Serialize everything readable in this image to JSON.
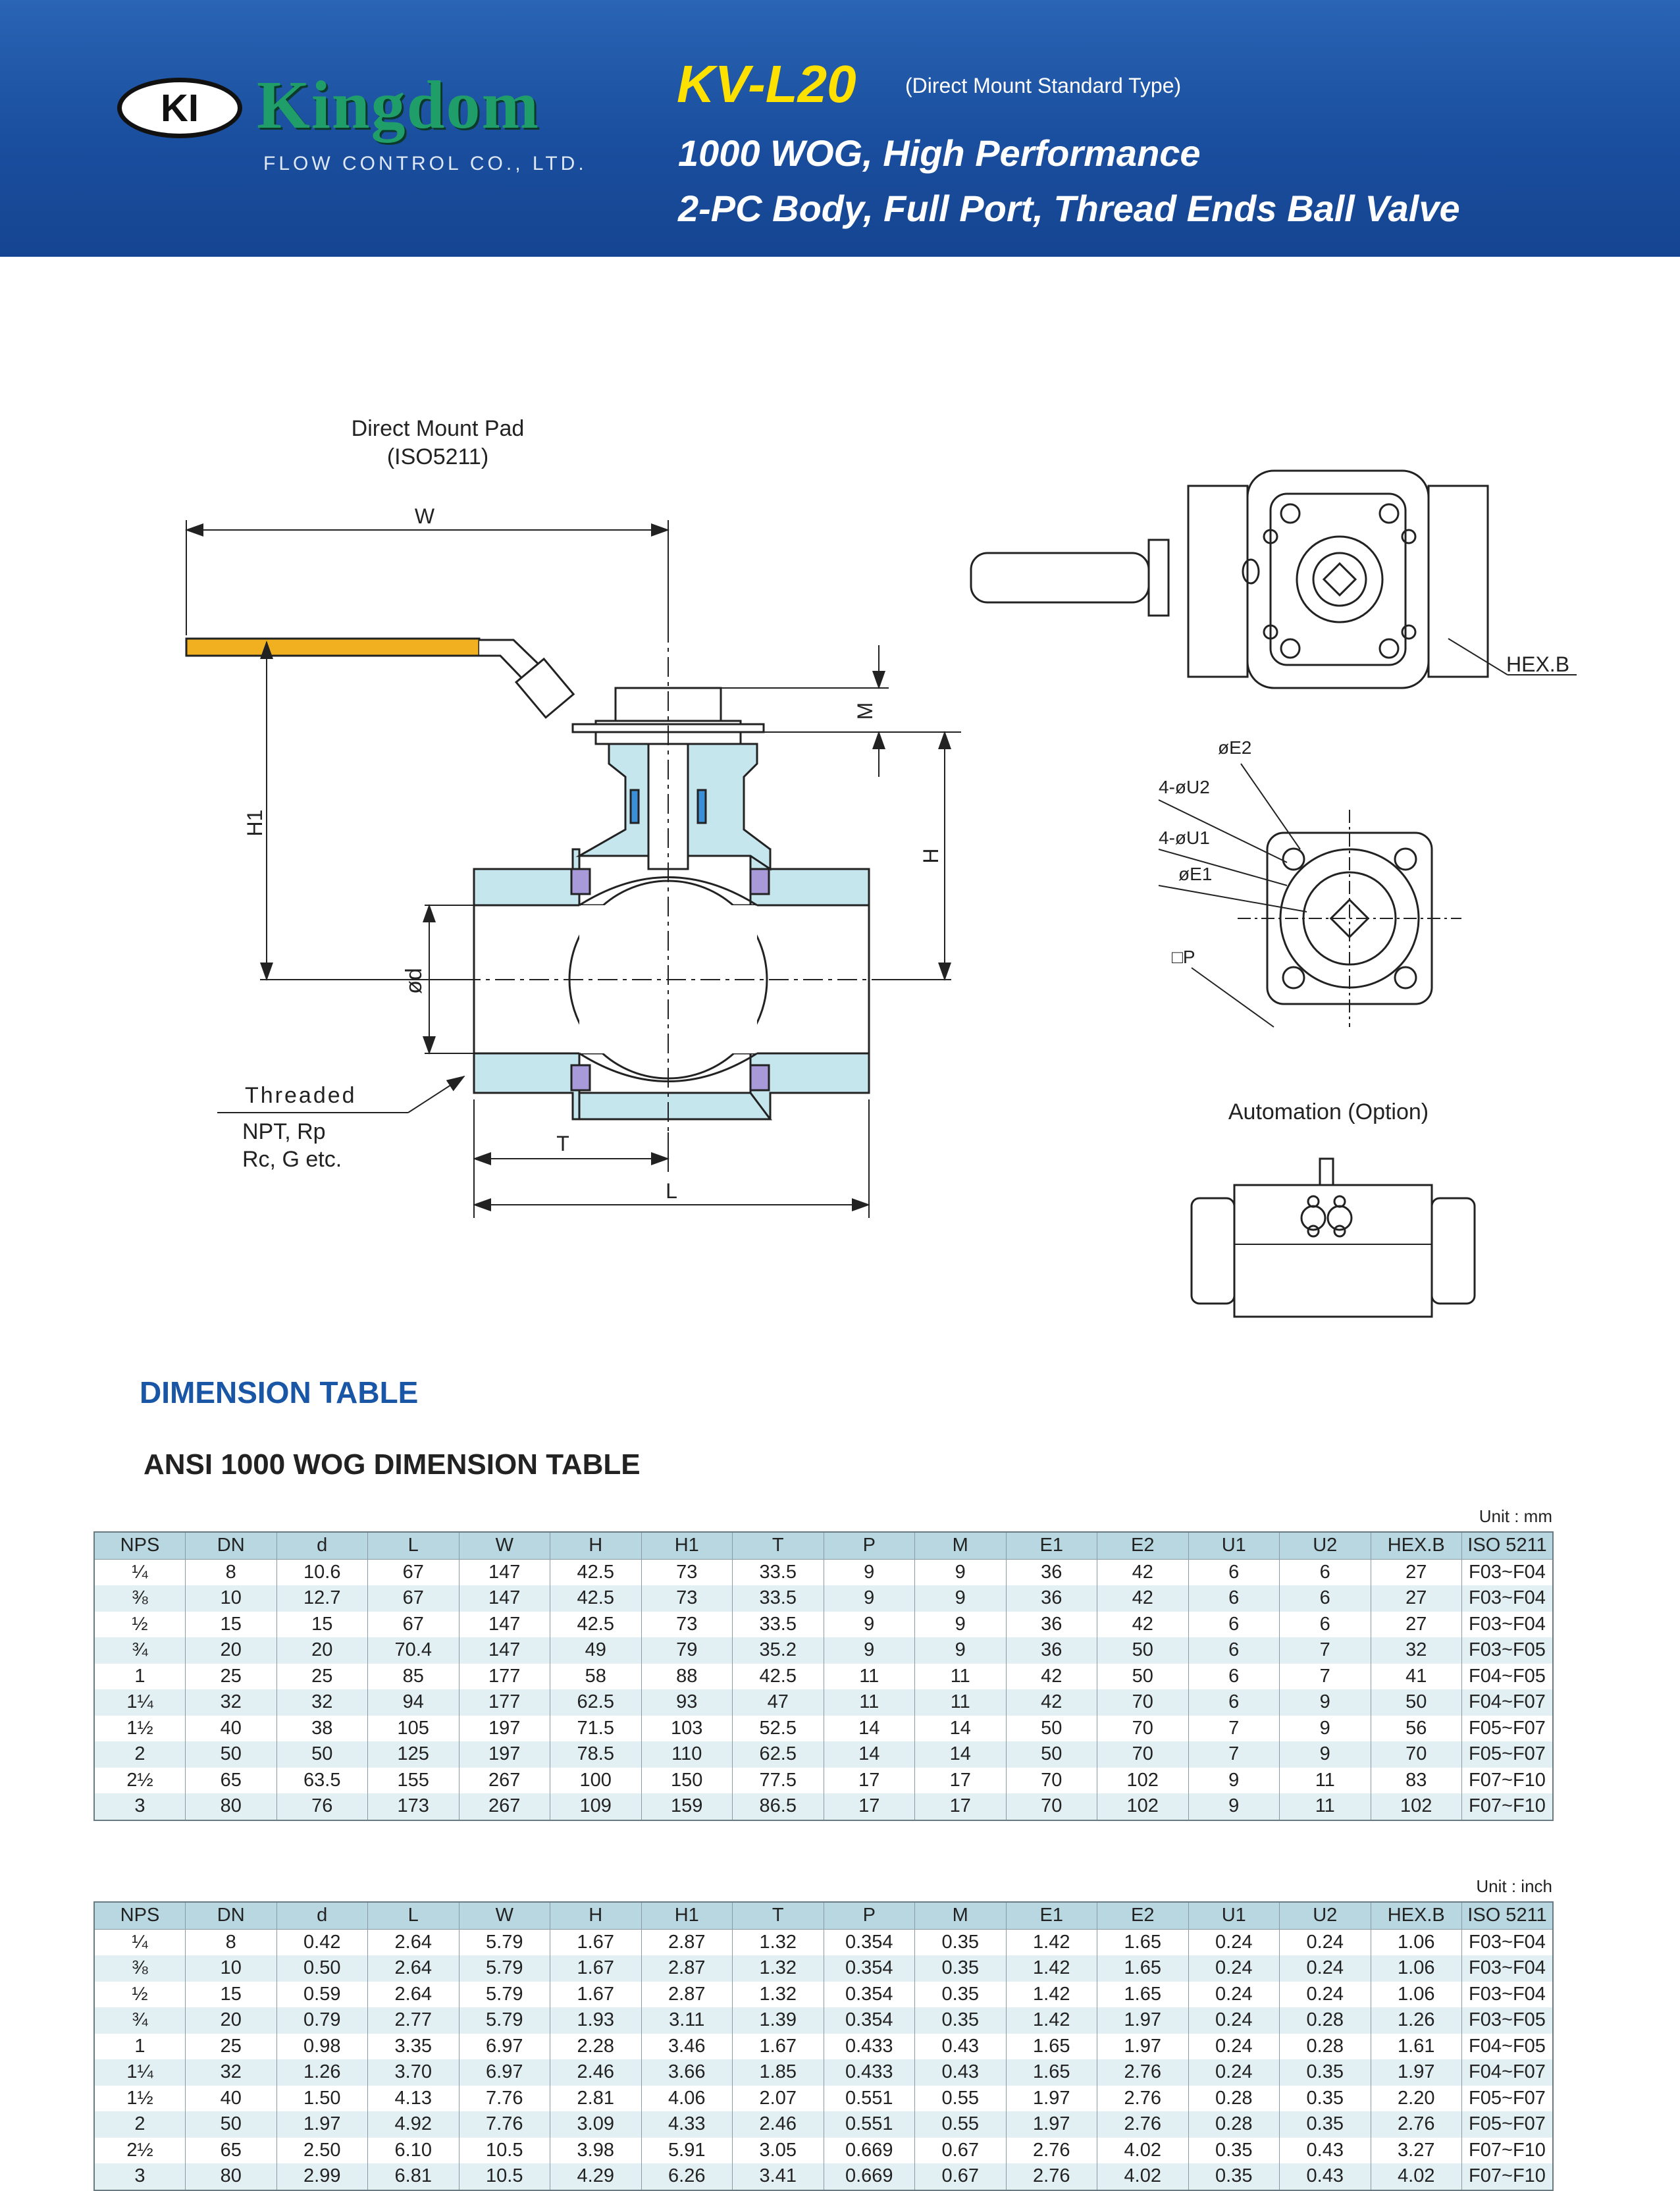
{
  "brand": {
    "logo_mark": "KI",
    "name": "Kingdom",
    "subtitle": "FLOW CONTROL CO., LTD."
  },
  "header": {
    "model": "KV-L20",
    "model_note": "(Direct Mount Standard Type)",
    "title_line1": "1000 WOG, High Performance",
    "title_line2": "2-PC Body, Full Port, Thread Ends Ball Valve"
  },
  "drawing": {
    "direct_mount_pad": "Direct Mount Pad",
    "iso_ref": "(ISO5211)",
    "label_w": "W",
    "label_m": "M",
    "label_h": "H",
    "label_h1": "H1",
    "label_d": "ød",
    "label_t": "T",
    "label_l": "L",
    "threaded": "Threaded",
    "thread_types_1": "NPT, Rp",
    "thread_types_2": "Rc, G etc.",
    "hex_b": "HEX.B",
    "e2": "øE2",
    "u2": "4-øU2",
    "u1": "4-øU1",
    "e1": "øE1",
    "p": "□P",
    "automation": "Automation (Option)"
  },
  "section_title": "DIMENSION TABLE",
  "table_title": "ANSI 1000 WOG DIMENSION TABLE",
  "columns": [
    "NPS",
    "DN",
    "d",
    "L",
    "W",
    "H",
    "H1",
    "T",
    "P",
    "M",
    "E1",
    "E2",
    "U1",
    "U2",
    "HEX.B",
    "ISO 5211"
  ],
  "table_mm": {
    "unit": "Unit : mm",
    "rows": [
      [
        "¼",
        "8",
        "10.6",
        "67",
        "147",
        "42.5",
        "73",
        "33.5",
        "9",
        "9",
        "36",
        "42",
        "6",
        "6",
        "27",
        "F03~F04"
      ],
      [
        "⅜",
        "10",
        "12.7",
        "67",
        "147",
        "42.5",
        "73",
        "33.5",
        "9",
        "9",
        "36",
        "42",
        "6",
        "6",
        "27",
        "F03~F04"
      ],
      [
        "½",
        "15",
        "15",
        "67",
        "147",
        "42.5",
        "73",
        "33.5",
        "9",
        "9",
        "36",
        "42",
        "6",
        "6",
        "27",
        "F03~F04"
      ],
      [
        "¾",
        "20",
        "20",
        "70.4",
        "147",
        "49",
        "79",
        "35.2",
        "9",
        "9",
        "36",
        "50",
        "6",
        "7",
        "32",
        "F03~F05"
      ],
      [
        "1",
        "25",
        "25",
        "85",
        "177",
        "58",
        "88",
        "42.5",
        "11",
        "11",
        "42",
        "50",
        "6",
        "7",
        "41",
        "F04~F05"
      ],
      [
        "1¼",
        "32",
        "32",
        "94",
        "177",
        "62.5",
        "93",
        "47",
        "11",
        "11",
        "42",
        "70",
        "6",
        "9",
        "50",
        "F04~F07"
      ],
      [
        "1½",
        "40",
        "38",
        "105",
        "197",
        "71.5",
        "103",
        "52.5",
        "14",
        "14",
        "50",
        "70",
        "7",
        "9",
        "56",
        "F05~F07"
      ],
      [
        "2",
        "50",
        "50",
        "125",
        "197",
        "78.5",
        "110",
        "62.5",
        "14",
        "14",
        "50",
        "70",
        "7",
        "9",
        "70",
        "F05~F07"
      ],
      [
        "2½",
        "65",
        "63.5",
        "155",
        "267",
        "100",
        "150",
        "77.5",
        "17",
        "17",
        "70",
        "102",
        "9",
        "11",
        "83",
        "F07~F10"
      ],
      [
        "3",
        "80",
        "76",
        "173",
        "267",
        "109",
        "159",
        "86.5",
        "17",
        "17",
        "70",
        "102",
        "9",
        "11",
        "102",
        "F07~F10"
      ]
    ]
  },
  "table_inch": {
    "unit": "Unit : inch",
    "rows": [
      [
        "¼",
        "8",
        "0.42",
        "2.64",
        "5.79",
        "1.67",
        "2.87",
        "1.32",
        "0.354",
        "0.35",
        "1.42",
        "1.65",
        "0.24",
        "0.24",
        "1.06",
        "F03~F04"
      ],
      [
        "⅜",
        "10",
        "0.50",
        "2.64",
        "5.79",
        "1.67",
        "2.87",
        "1.32",
        "0.354",
        "0.35",
        "1.42",
        "1.65",
        "0.24",
        "0.24",
        "1.06",
        "F03~F04"
      ],
      [
        "½",
        "15",
        "0.59",
        "2.64",
        "5.79",
        "1.67",
        "2.87",
        "1.32",
        "0.354",
        "0.35",
        "1.42",
        "1.65",
        "0.24",
        "0.24",
        "1.06",
        "F03~F04"
      ],
      [
        "¾",
        "20",
        "0.79",
        "2.77",
        "5.79",
        "1.93",
        "3.11",
        "1.39",
        "0.354",
        "0.35",
        "1.42",
        "1.97",
        "0.24",
        "0.28",
        "1.26",
        "F03~F05"
      ],
      [
        "1",
        "25",
        "0.98",
        "3.35",
        "6.97",
        "2.28",
        "3.46",
        "1.67",
        "0.433",
        "0.43",
        "1.65",
        "1.97",
        "0.24",
        "0.28",
        "1.61",
        "F04~F05"
      ],
      [
        "1¼",
        "32",
        "1.26",
        "3.70",
        "6.97",
        "2.46",
        "3.66",
        "1.85",
        "0.433",
        "0.43",
        "1.65",
        "2.76",
        "0.24",
        "0.35",
        "1.97",
        "F04~F07"
      ],
      [
        "1½",
        "40",
        "1.50",
        "4.13",
        "7.76",
        "2.81",
        "4.06",
        "2.07",
        "0.551",
        "0.55",
        "1.97",
        "2.76",
        "0.28",
        "0.35",
        "2.20",
        "F05~F07"
      ],
      [
        "2",
        "50",
        "1.97",
        "4.92",
        "7.76",
        "3.09",
        "4.33",
        "2.46",
        "0.551",
        "0.55",
        "1.97",
        "2.76",
        "0.28",
        "0.35",
        "2.76",
        "F05~F07"
      ],
      [
        "2½",
        "65",
        "2.50",
        "6.10",
        "10.5",
        "3.98",
        "5.91",
        "3.05",
        "0.669",
        "0.67",
        "2.76",
        "4.02",
        "0.35",
        "0.43",
        "3.27",
        "F07~F10"
      ],
      [
        "3",
        "80",
        "2.99",
        "6.81",
        "10.5",
        "4.29",
        "6.26",
        "3.41",
        "0.669",
        "0.67",
        "2.76",
        "4.02",
        "0.35",
        "0.43",
        "4.02",
        "F07~F10"
      ]
    ]
  }
}
